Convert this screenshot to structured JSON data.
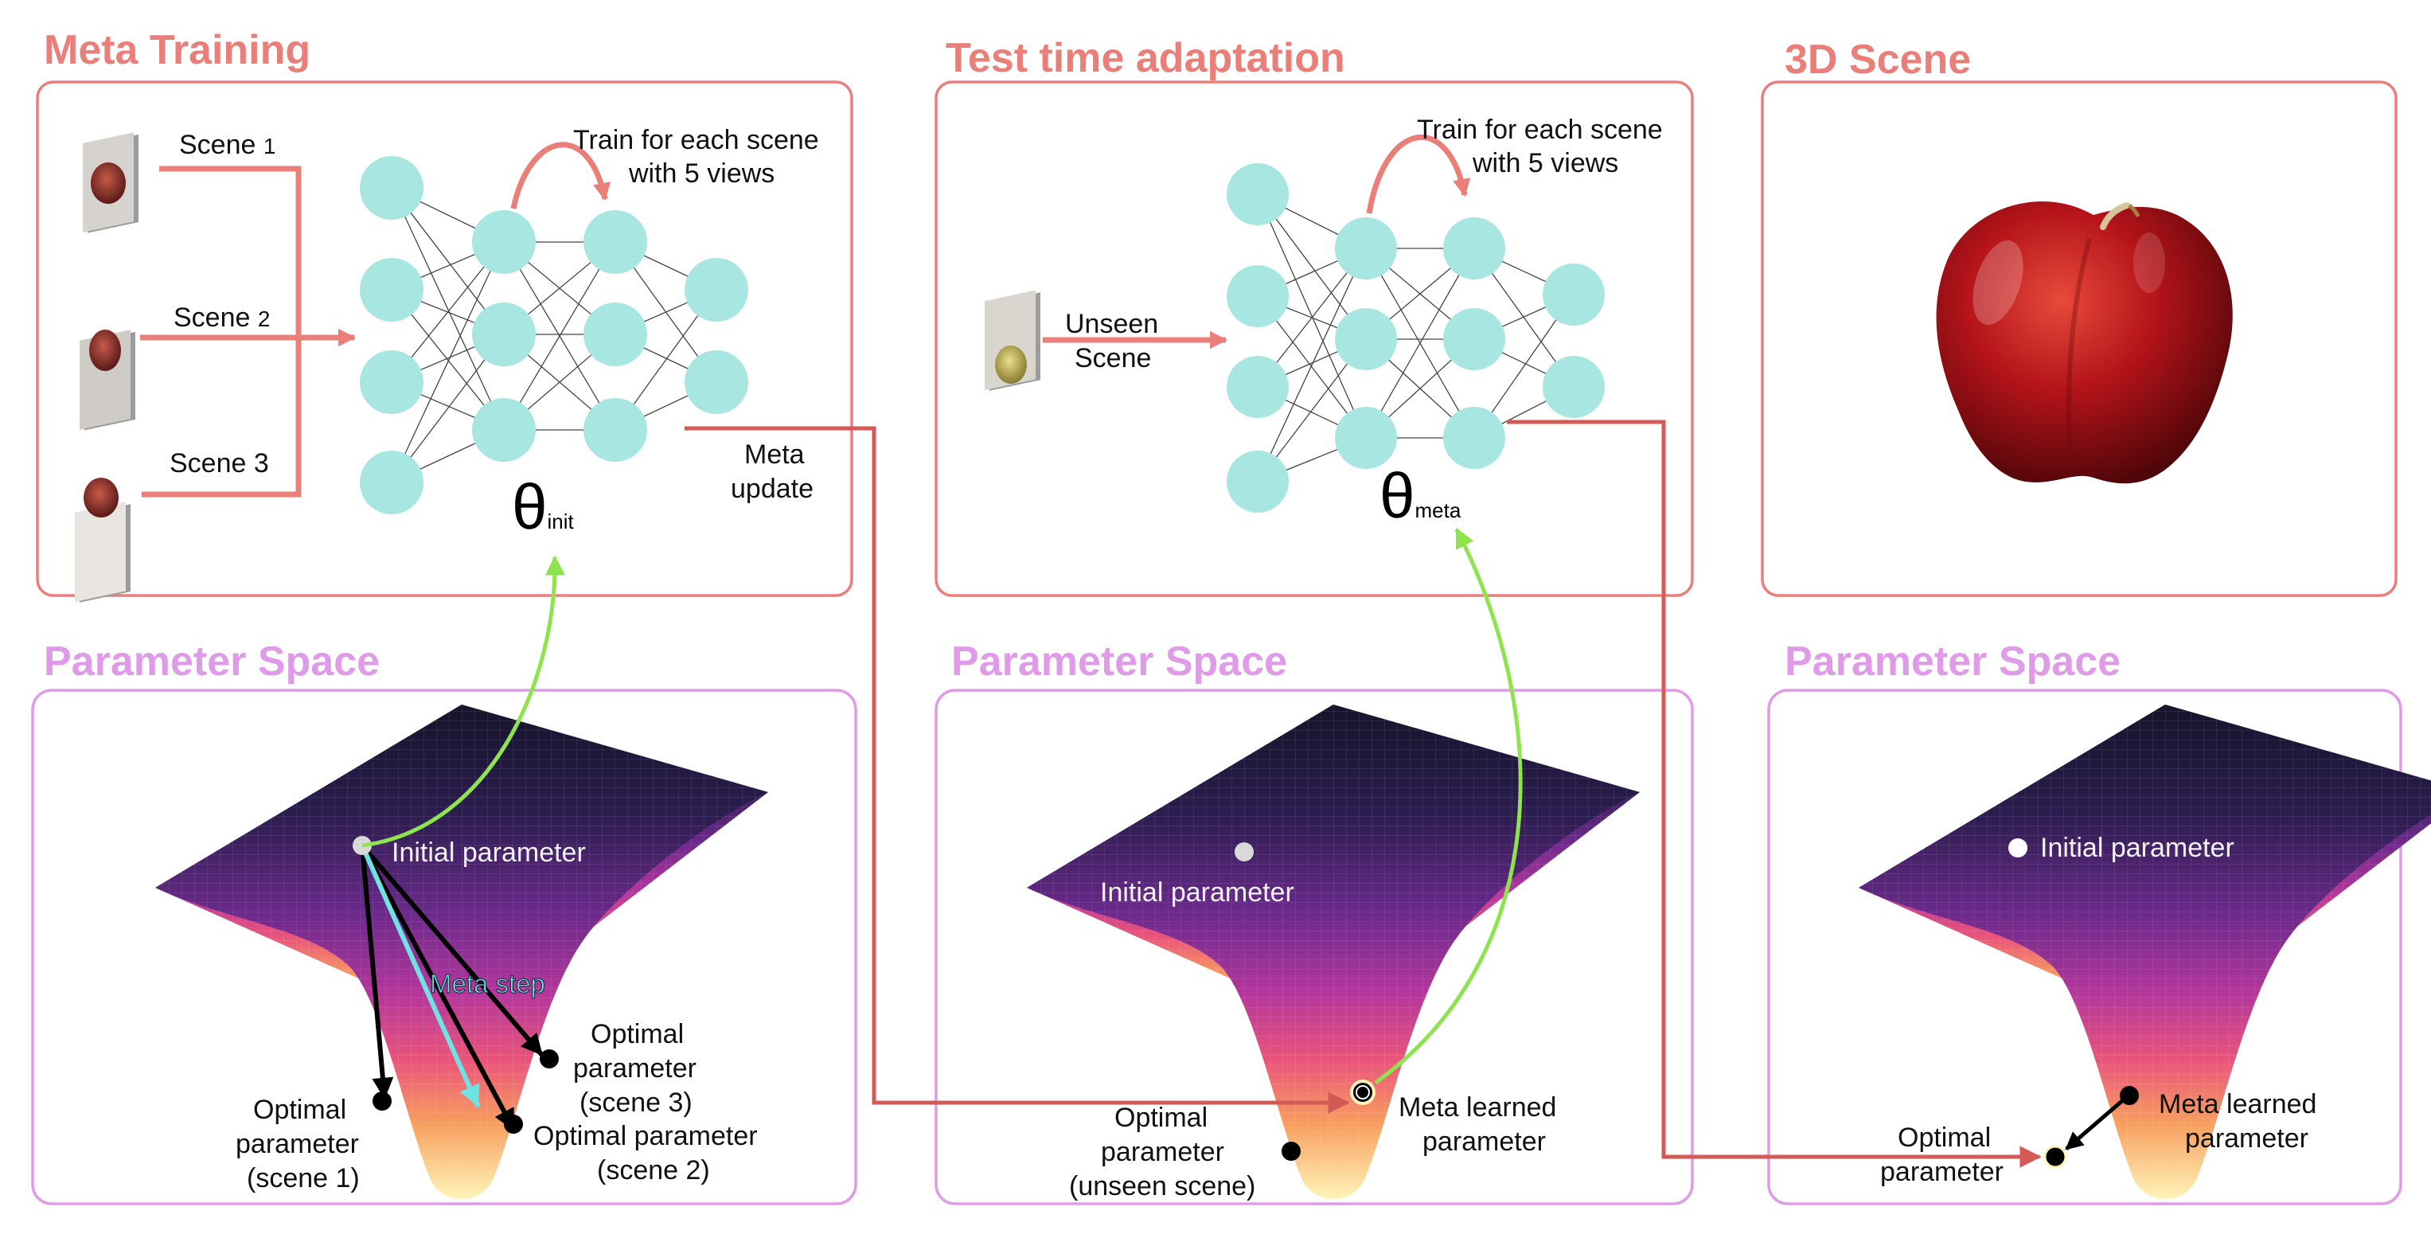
{
  "colors": {
    "coral": "#ea7f7a",
    "pink": "#e09be8",
    "node": "#a8e6e2",
    "arrow_red": "#d45a55",
    "arrow_green": "#8fe34f",
    "arrow_cyan": "#6fe3e3"
  },
  "titles": {
    "meta_training": "Meta Training",
    "test_time": "Test time adaptation",
    "scene3d": "3D Scene",
    "param_space": "Parameter Space"
  },
  "meta_training": {
    "scene1_a": "Scene ",
    "scene1_b": "1",
    "scene2_a": "Scene ",
    "scene2_b": "2",
    "scene3": "Scene 3",
    "train_line1": "Train for each scene",
    "train_line2": "with 5 views",
    "theta": "θ",
    "theta_sub": "init",
    "meta_update_1": "Meta",
    "meta_update_2": "update"
  },
  "test_time": {
    "unseen_1": "Unseen",
    "unseen_2": "Scene",
    "train_line1": "Train for each scene",
    "train_line2": "with 5 views",
    "theta": "θ",
    "theta_sub": "meta"
  },
  "param1": {
    "initial": "Initial parameter",
    "meta_step": "Meta step",
    "opt3_1": "Optimal",
    "opt3_2": "parameter",
    "opt3_3": "(scene 3)",
    "opt1_1": "Optimal",
    "opt1_2": "parameter",
    "opt1_3": "(scene 1)",
    "opt2_1": "Optimal parameter",
    "opt2_2": "(scene 2)"
  },
  "param2": {
    "initial": "Initial parameter",
    "meta_learned_1": "Meta learned",
    "meta_learned_2": "parameter",
    "opt_1": "Optimal",
    "opt_2": "parameter",
    "opt_3": "(unseen scene)"
  },
  "param3": {
    "initial": "Initial parameter",
    "meta_learned_1": "Meta learned",
    "meta_learned_2": "parameter",
    "opt_1": "Optimal",
    "opt_2": "parameter"
  }
}
